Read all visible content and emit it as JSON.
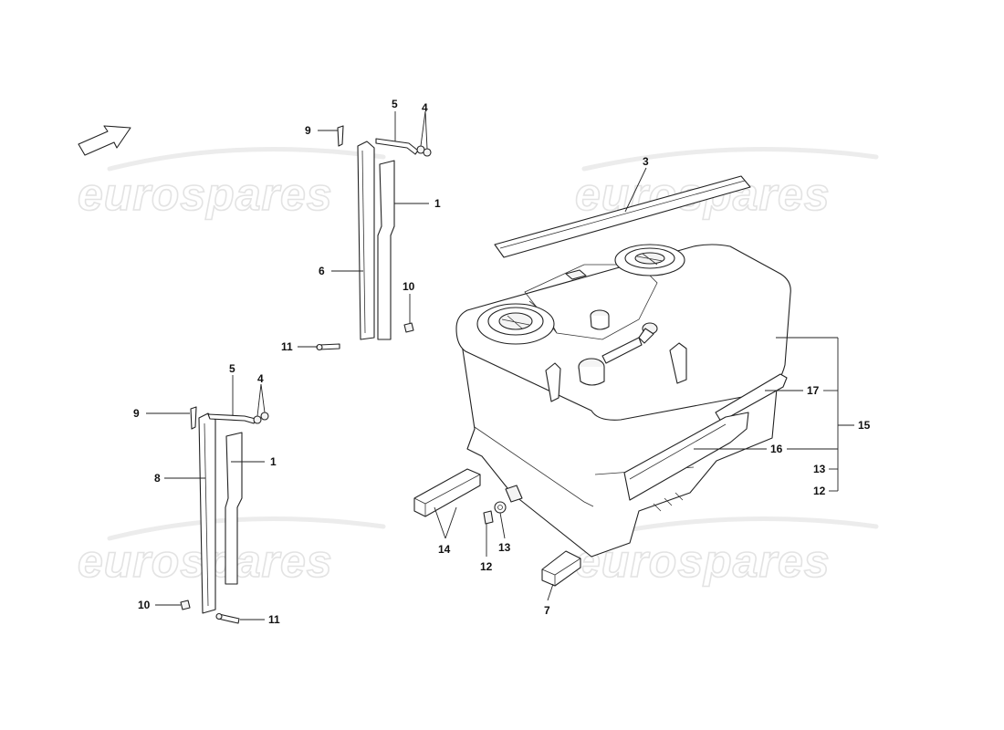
{
  "watermark": "eurospares",
  "callouts": {
    "left_upper": {
      "c9": "9",
      "c5": "5",
      "c4": "4",
      "c1": "1",
      "c6": "6",
      "c10": "10",
      "c11": "11"
    },
    "left_lower": {
      "c9": "9",
      "c5": "5",
      "c4": "4",
      "c1": "1",
      "c8": "8",
      "c10": "10",
      "c11": "11"
    },
    "tank": {
      "c3": "3",
      "c17": "17",
      "c15": "15",
      "c16": "16",
      "c13": "13",
      "c12": "12",
      "c14": "14",
      "c12b": "12",
      "c13b": "13",
      "c7": "7"
    }
  },
  "icons": {
    "direction_arrow": "front-direction-arrow-icon"
  }
}
